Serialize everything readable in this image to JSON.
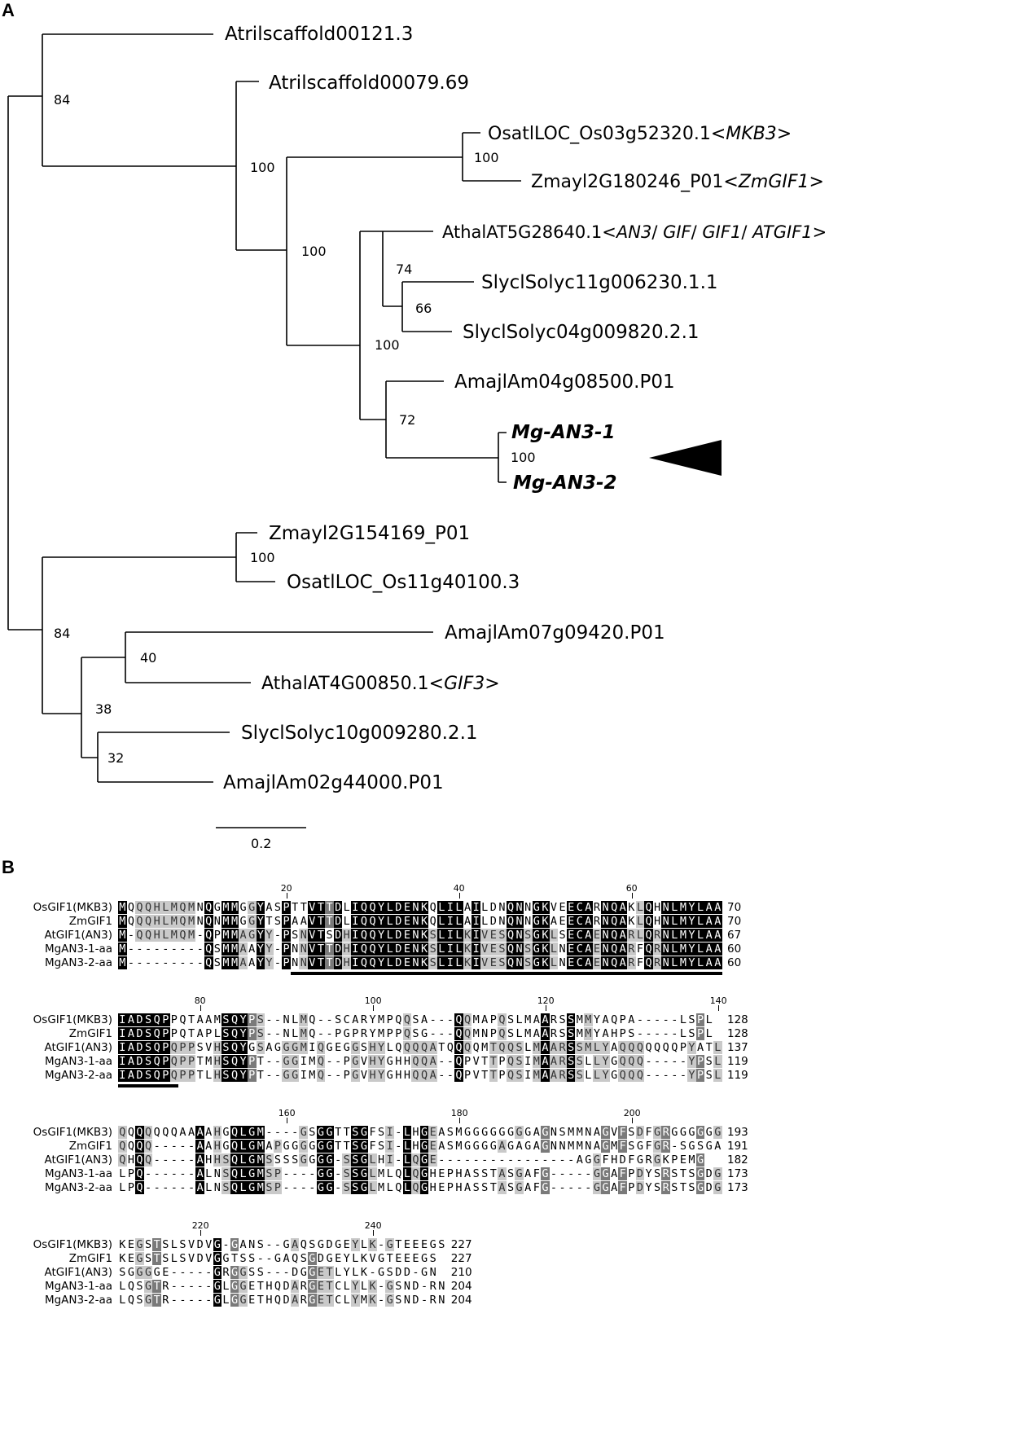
{
  "panel_a": {
    "letter": "A",
    "scale_label": "0.2",
    "leaves": [
      {
        "id": "atri121",
        "label": "Atrilscaffold00121.3"
      },
      {
        "id": "atri79",
        "label": "Atrilscaffold00079.69"
      },
      {
        "id": "osat52320",
        "label": "OsatlLOC_Os03g52320.1<MKB3>"
      },
      {
        "id": "zmay180246",
        "label": "Zmayl2G180246_P01<ZmGIF1>"
      },
      {
        "id": "atha28640",
        "label": "AthalAT5G28640.1<AN3/ GIF/ GIF1/ ATGIF1>"
      },
      {
        "id": "slyc11",
        "label": "SlyclSolyc11g006230.1.1"
      },
      {
        "id": "slyc04",
        "label": "SlyclSolyc04g009820.2.1"
      },
      {
        "id": "amaj04",
        "label": "AmajlAm04g08500.P01"
      },
      {
        "id": "mg1",
        "label": "Mg-AN3-1"
      },
      {
        "id": "mg2",
        "label": "Mg-AN3-2"
      },
      {
        "id": "zmay154169",
        "label": "Zmayl2G154169_P01"
      },
      {
        "id": "osat40100",
        "label": "OsatlLOC_Os11g40100.3"
      },
      {
        "id": "amaj07",
        "label": "AmajlAm07g09420.P01"
      },
      {
        "id": "atha00850",
        "label": "AthalAT4G00850.1<GIF3>"
      },
      {
        "id": "slyc10",
        "label": "SlyclSolyc10g009280.2.1"
      },
      {
        "id": "amaj02",
        "label": "AmajlAm02g44000.P01"
      }
    ],
    "support_values": [
      "84",
      "100",
      "100",
      "100",
      "74",
      "66",
      "100",
      "72",
      "100",
      "100",
      "84",
      "40",
      "38",
      "32"
    ]
  },
  "panel_b": {
    "letter": "B",
    "blocks": [
      {
        "ruler": [
          {
            "label": "20",
            "col": 20
          },
          {
            "label": "40",
            "col": 40
          },
          {
            "label": "60",
            "col": 60
          }
        ],
        "rows": [
          {
            "name": "OsGIF1(MKB3)",
            "seq": "MQQQHLMQMNQGMMGGYASPTTVTTDLIQQYLDENKQLILAILDNQNNGKVEECARNQAKLQHNLMYLAA",
            "end": "70"
          },
          {
            "name": "ZmGIF1",
            "seq": "MQQQHLMQMNQNMMGGYTSPAAVTTDLIQQYLDENKQLILAILDNQNNGKAEECARNQAKLQHNLMYLAA",
            "end": "70"
          },
          {
            "name": "AtGIF1(AN3)",
            "seq": "M-QQHLMQM-QPMMAGYY-PSNVTSDHIQQYLDENKSLILKIVESQNSGKLSECAENQARLQRNLMYLAA",
            "end": "67"
          },
          {
            "name": "MgAN3-1-aa",
            "seq": "M---------QSMMAAYY-PNNVTTDHIQQYLDENKSLILKIVESQNSGKLNECAENQARFQRNLMYLAA",
            "end": "60"
          },
          {
            "name": "MgAN3-2-aa",
            "seq": "M---------QSMMAAYY-PNNVTTDHIQQYLDENKSLILKIVESQNSGKLNECAENQARFQRNLMYLAA",
            "end": "60"
          }
        ],
        "bars": [
          {
            "start": 21,
            "end": 70
          }
        ]
      },
      {
        "ruler": [
          {
            "label": "80",
            "col": 10
          },
          {
            "label": "100",
            "col": 30
          },
          {
            "label": "120",
            "col": 50
          },
          {
            "label": "140",
            "col": 70
          }
        ],
        "rows": [
          {
            "name": "OsGIF1(MKB3)",
            "seq": "IADSQPPQTAAMSQYPS--NLMQ--SCARYMPQQSA---QQMAPQSLMAARSSMMYAQPA-----LSPL",
            "end": "128"
          },
          {
            "name": "ZmGIF1",
            "seq": "IADSQPPQTAPLSQYPS--NLMQ--PGPRYMPPQSG---QQMNPQSLMAARSSMMYAHPS-----LSPL",
            "end": "128"
          },
          {
            "name": "AtGIF1(AN3)",
            "seq": "IADSQPQPPSVHSQYGSAGGGMIQGEGGSHYLQQQQATQQQQMTQQSLMAARSSMLYAQQQQQQQPYATL",
            "end": "137"
          },
          {
            "name": "MgAN3-1-aa",
            "seq": "IADSQPQPPTMHSQYPT--GGIMQ--PGVHYGHHQQA--QPVTTPQSIMAARSSLLYGQQQ-----YPSL",
            "end": "119"
          },
          {
            "name": "MgAN3-2-aa",
            "seq": "IADSQPQPPTLHSQYPT--GGIMQ--PGVHYGHHQQA--QPVTTPQSIMAARSSLLYGQQQ-----YPSL",
            "end": "119"
          }
        ],
        "bars": [
          {
            "start": 1,
            "end": 7
          }
        ]
      },
      {
        "ruler": [
          {
            "label": "160",
            "col": 20
          },
          {
            "label": "180",
            "col": 40
          },
          {
            "label": "200",
            "col": 60
          }
        ],
        "rows": [
          {
            "name": "OsGIF1(MKB3)",
            "seq": "QQQQQQQAAAAHGQLGM----GSGGTTSGFSI-LHGEASMGGGGGGGGAGNSMMNAGVFSDFGRGGGGGG",
            "end": "193"
          },
          {
            "name": "ZmGIF1",
            "seq": "QQQQ-----AAHGQLGMAPGGGGGGTTSGFSI-LHGEASMGGGGAGAGAGNNMMNAGMFSGFGR-SGSGA",
            "end": "191"
          },
          {
            "name": "AtGIF1(AN3)",
            "seq": "QHQQ-----AHHSQLGMSSSSGGGG-SSGLHI-LQGE----------------AGGFHDFGRGKPEMG",
            "end": "182"
          },
          {
            "name": "MgAN3-1-aa",
            "seq": "LPQ------ALNSQLGMSP----GG-SSGLMLQLQGHEPHASSTASGAFG-----GGAFPDYSRSTSGDG",
            "end": "173"
          },
          {
            "name": "MgAN3-2-aa",
            "seq": "LPQ------ALNSQLGMSP----GG-SSGLMLQLQGHEPHASSTASGAFG-----GGAFPDYSRSTSGDG",
            "end": "173"
          }
        ],
        "bars": []
      },
      {
        "ruler": [
          {
            "label": "220",
            "col": 10
          },
          {
            "label": "240",
            "col": 30
          }
        ],
        "rows": [
          {
            "name": "OsGIF1(MKB3)",
            "seq": "KEGSTSLSVDVG-GANS--GAQSGDGEYLK-GTEEEGS",
            "end": "227"
          },
          {
            "name": "ZmGIF1",
            "seq": "KEGSTSLSVDVGGTSS--GAQSGDGEYLKVGTEEEGS",
            "end": "227"
          },
          {
            "name": "AtGIF1(AN3)",
            "seq": "SGGGGE-----GRGGSS---DGGETLYLK-GSDD-GN",
            "end": "210"
          },
          {
            "name": "MgAN3-1-aa",
            "seq": "LQSGTR-----GLGGETHQDARGETCLYLK-GSND-RN",
            "end": "204"
          },
          {
            "name": "MgAN3-2-aa",
            "seq": "LQSGTR-----GLGGETHQDARGETCLYMK-GSND-RN",
            "end": "204"
          }
        ],
        "bars": []
      }
    ]
  }
}
